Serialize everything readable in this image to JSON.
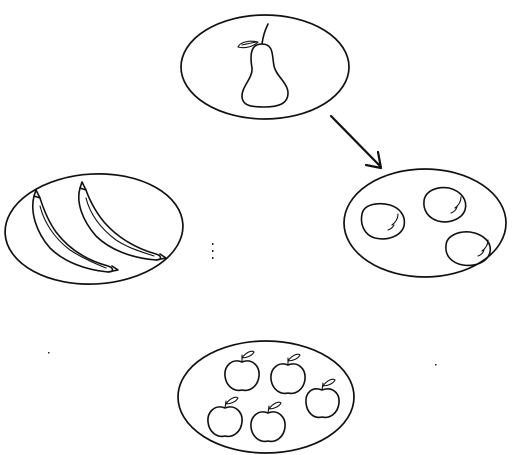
{
  "diagram": {
    "plates": [
      {
        "id": "pear",
        "fruit": "pear",
        "count": 1
      },
      {
        "id": "lemons",
        "fruit": "lemon",
        "count": 3
      },
      {
        "id": "bananas",
        "fruit": "banana",
        "count": 2
      },
      {
        "id": "apples",
        "fruit": "apple",
        "count": 5
      }
    ],
    "arrows": [
      {
        "from": "pear",
        "to": "lemons"
      }
    ],
    "colors": {
      "ink": "#111111",
      "background": "#ffffff"
    }
  }
}
